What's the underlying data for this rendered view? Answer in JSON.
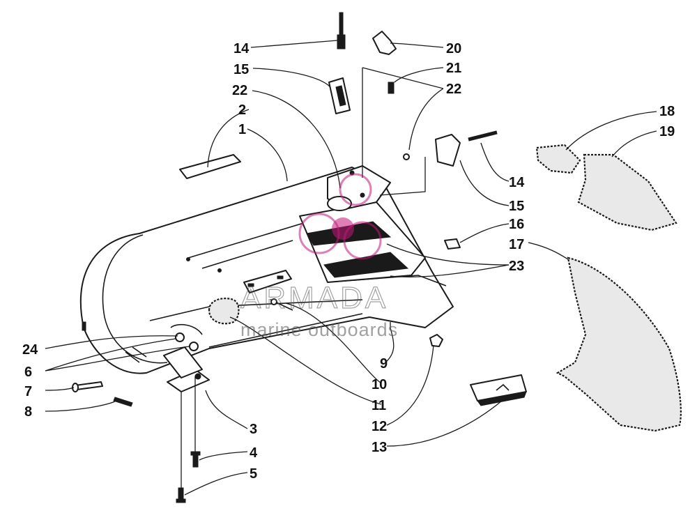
{
  "callouts": {
    "c1": "1",
    "c2": "2",
    "c3": "3",
    "c4": "4",
    "c5": "5",
    "c6": "6",
    "c7": "7",
    "c8": "8",
    "c9": "9",
    "c10": "10",
    "c11": "11",
    "c12": "12",
    "c13": "13",
    "c14a": "14",
    "c14b": "14",
    "c15a": "15",
    "c15b": "15",
    "c16": "16",
    "c17": "17",
    "c18": "18",
    "c19": "19",
    "c20": "20",
    "c21": "21",
    "c22a": "22",
    "c22b": "22",
    "c23": "23",
    "c24": "24"
  },
  "watermark": {
    "title": "ARMADA",
    "subtitle": "marine outboards"
  },
  "colors": {
    "ink": "#1a1a1a",
    "watermark_accent": "#c2187a"
  }
}
